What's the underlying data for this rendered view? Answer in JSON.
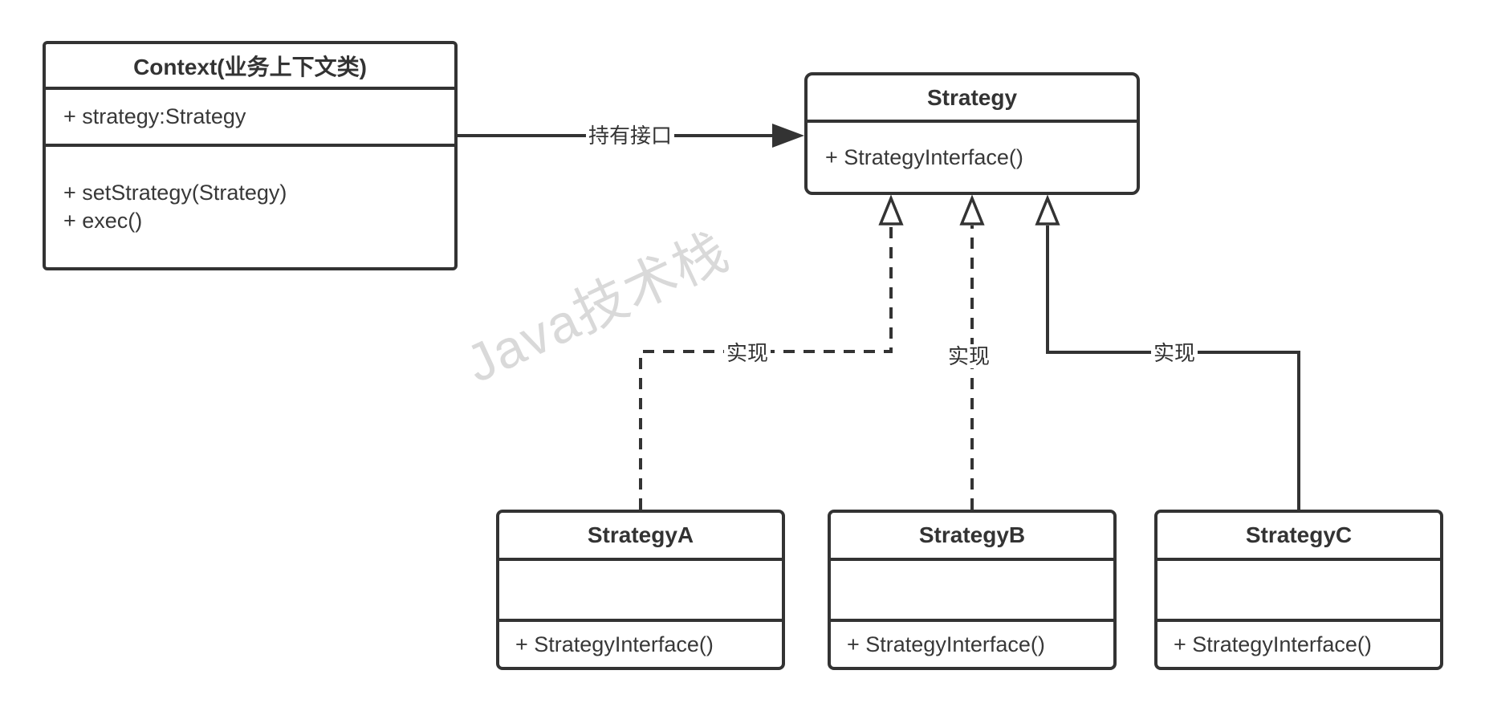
{
  "colors": {
    "stroke": "#333333",
    "text": "#383838",
    "title_text": "#333333",
    "watermark": "#d9d9d9",
    "background": "#ffffff"
  },
  "watermark": {
    "text": "Java技术栈"
  },
  "classes": {
    "context": {
      "title": "Context(业务上下文类)",
      "attributes": [
        "+ strategy:Strategy"
      ],
      "methods": [
        "+ setStrategy(Strategy)",
        "+ exec()"
      ]
    },
    "strategy": {
      "title": "Strategy",
      "methods": [
        "+ StrategyInterface()"
      ]
    },
    "strategyA": {
      "title": "StrategyA",
      "methods": [
        "+ StrategyInterface()"
      ]
    },
    "strategyB": {
      "title": "StrategyB",
      "methods": [
        "+ StrategyInterface()"
      ]
    },
    "strategyC": {
      "title": "StrategyC",
      "methods": [
        "+ StrategyInterface()"
      ]
    }
  },
  "edges": {
    "association": {
      "label": "持有接口",
      "style": "solid",
      "arrowhead": "filled"
    },
    "realizationA": {
      "label": "实现",
      "style": "dashed",
      "arrowhead": "hollow-triangle"
    },
    "realizationB": {
      "label": "实现",
      "style": "dashed",
      "arrowhead": "hollow-triangle"
    },
    "realizationC": {
      "label": "实现",
      "style": "solid",
      "arrowhead": "hollow-triangle"
    }
  }
}
